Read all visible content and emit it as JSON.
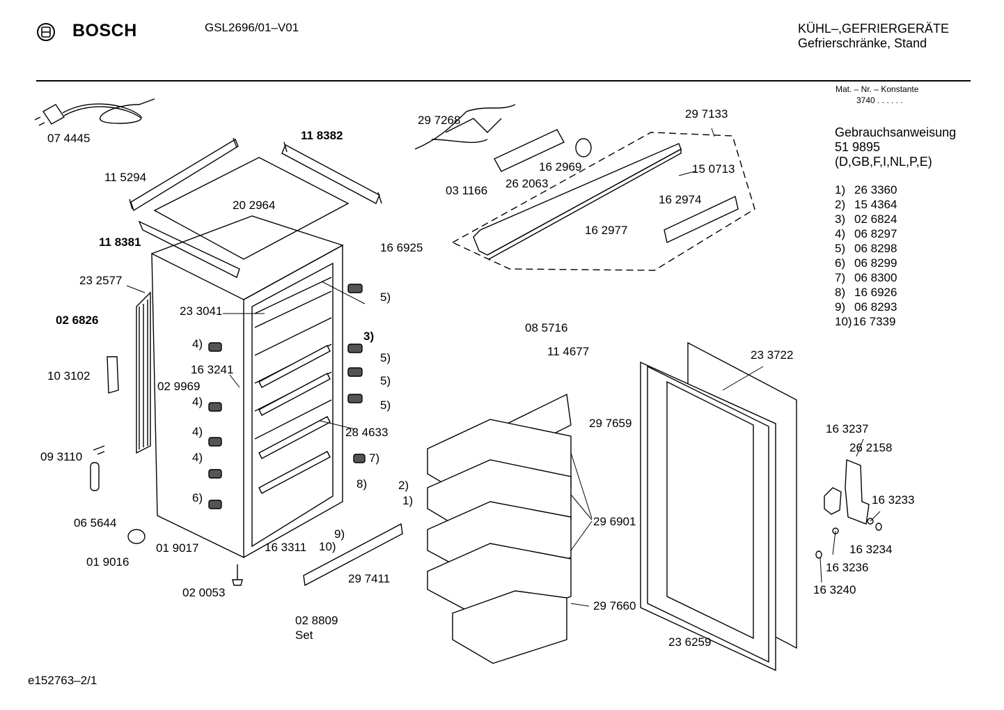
{
  "header": {
    "brand": "BOSCH",
    "model": "GSL2696/01–V01",
    "category_line1": "KÜHL–,GEFRIERGERÄTE",
    "category_line2": "Gefrierschränke, Stand"
  },
  "sidebar": {
    "mat_label": "Mat. – Nr. – Konstante",
    "mat_value": "3740  .  .  .  .  .  .",
    "manual_title": "Gebrauchsanweisung",
    "manual_number": "51 9895",
    "manual_languages": "(D,GB,F,I,NL,P,E)",
    "kit_items": [
      {
        "num": "1)",
        "part": "26 3360"
      },
      {
        "num": "2)",
        "part": "15 4364"
      },
      {
        "num": "3)",
        "part": "02 6824"
      },
      {
        "num": "4)",
        "part": "06 8297"
      },
      {
        "num": "5)",
        "part": "06 8298"
      },
      {
        "num": "6)",
        "part": "06 8299"
      },
      {
        "num": "7)",
        "part": "06 8300"
      },
      {
        "num": "8)",
        "part": "16 6926"
      },
      {
        "num": "9)",
        "part": "06 8293"
      },
      {
        "num": "10)",
        "part": "16 7339"
      }
    ]
  },
  "labels": {
    "cord": "07 4445",
    "rail_left": "11 5294",
    "rail_right": "11 8382",
    "top_panel": "20 2964",
    "front_strip": "11 8381",
    "condenser": "23 2577",
    "clip": "02 6826",
    "pipe": "10 3102",
    "shelf_wire": "23 3041",
    "hinge_bolt": "16 3241",
    "bush": "02 9969",
    "sensor": "09 3110",
    "pin": "06 5644",
    "cap": "01 9016",
    "rod": "01 9017",
    "foot": "02 0053",
    "bracket_top": "16 6925",
    "shelf_rails": "28 4633",
    "stop": "16 3311",
    "kick_plate": "29 7411",
    "screw_set": "02 8809",
    "set": "Set",
    "harness": "29 7268",
    "control_board": "26 2063",
    "board_clip": "03 1166",
    "knob": "16 2969",
    "control_panel": "29 7133",
    "lamp": "15 0713",
    "switch": "16 2974",
    "button": "16 2977",
    "unit_a": "08 5716",
    "unit_b": "11 4677",
    "drawer_top": "29 7659",
    "drawers": "29 6901",
    "drawer_bottom": "29 7660",
    "door_gasket": "23 3722",
    "door": "23 6259",
    "hinge_part_a": "16 3237",
    "hinge_bracket": "26 2158",
    "hinge_screw": "16 3233",
    "hinge_washer": "16 3234",
    "hinge_nut": "16 3236",
    "hinge_cap": "16 3240",
    "ref_1": "1)",
    "ref_2": "2)",
    "ref_3": "3)",
    "ref_4": "4)",
    "ref_5": "5)",
    "ref_6": "6)",
    "ref_7": "7)",
    "ref_8": "8)",
    "ref_9": "9)",
    "ref_10": "10)"
  },
  "footer": {
    "sheet": "e152763–2/1"
  }
}
